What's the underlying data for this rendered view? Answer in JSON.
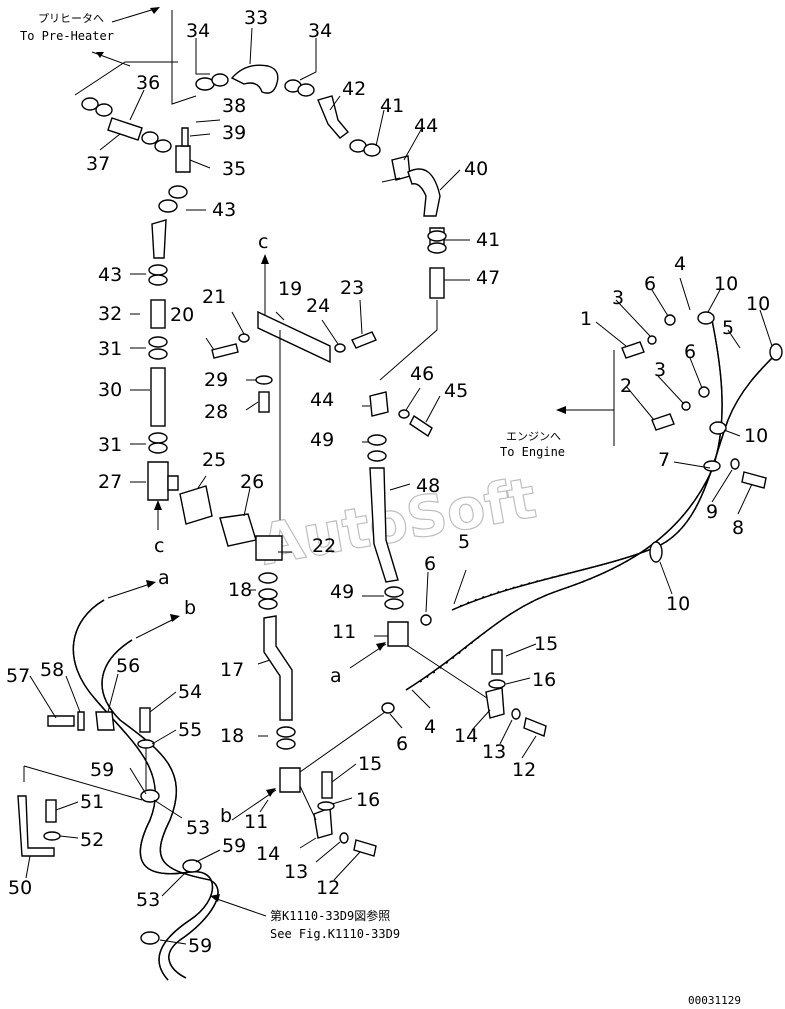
{
  "notes": {
    "preheater_jp": "プリヒータへ",
    "preheater_en": "To Pre-Heater",
    "engine_jp": "エンジンへ",
    "engine_en": "To Engine",
    "seefig_jp": "第K1110-33D9図参照",
    "seefig_en": "See Fig.K1110-33D9",
    "watermark": "AutoSoft",
    "docnum": "00031129"
  },
  "conn": {
    "a": "a",
    "b": "b",
    "c": "c"
  },
  "callouts": [
    "1",
    "2",
    "3",
    "4",
    "5",
    "6",
    "7",
    "8",
    "9",
    "10",
    "11",
    "12",
    "13",
    "14",
    "15",
    "16",
    "17",
    "18",
    "19",
    "20",
    "21",
    "22",
    "23",
    "24",
    "25",
    "26",
    "27",
    "28",
    "29",
    "30",
    "31",
    "32",
    "33",
    "34",
    "35",
    "36",
    "37",
    "38",
    "39",
    "40",
    "41",
    "42",
    "43",
    "44",
    "45",
    "46",
    "47",
    "48",
    "49",
    "50",
    "51",
    "52",
    "53",
    "54",
    "55",
    "56",
    "57",
    "58",
    "59"
  ],
  "callout_list_note": "Callout numbers as printed on the diagram"
}
